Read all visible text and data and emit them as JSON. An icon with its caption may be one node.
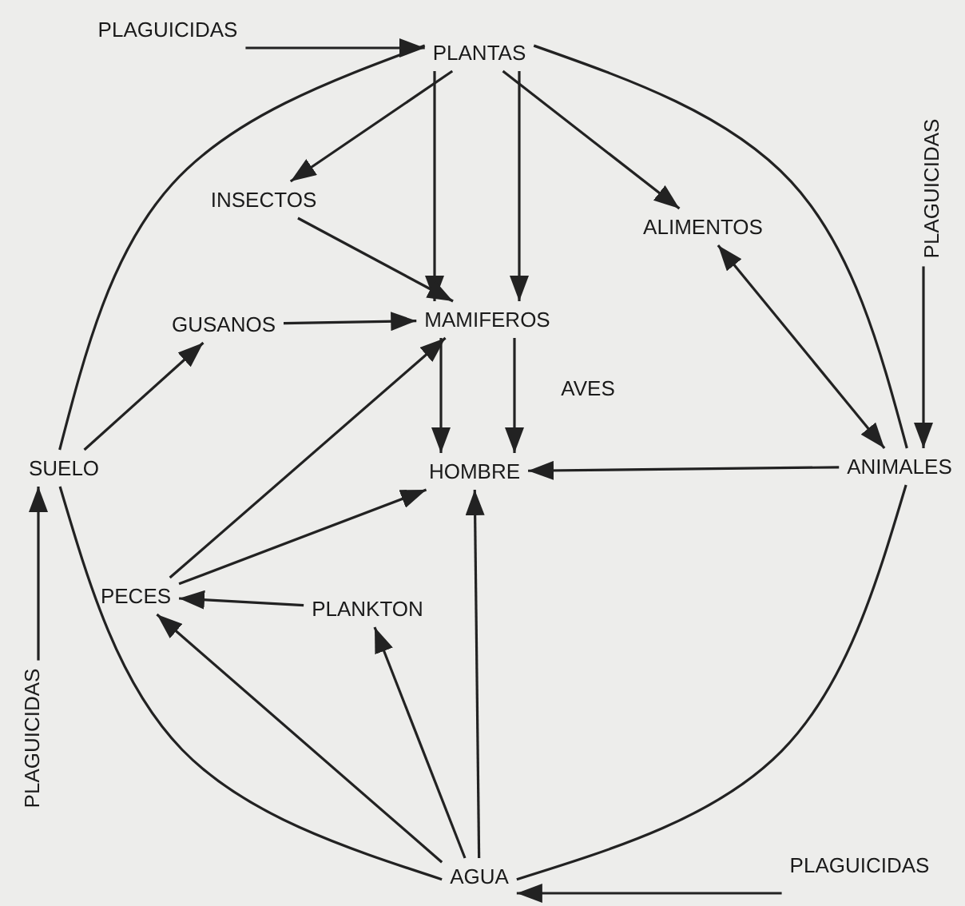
{
  "diagram": {
    "nodes": [
      {
        "text": [
          "PLAGUICIDAS"
        ]
      },
      {
        "text": [
          "PLANTAS"
        ]
      },
      {
        "text": [
          "PLAGUICIDAS"
        ]
      },
      {
        "text": [
          "INSECTOS"
        ]
      },
      {
        "text": [
          "ALIMENTOS"
        ]
      },
      {
        "text": [
          "GUSANOS"
        ]
      },
      {
        "text": [
          "MAMIFEROS"
        ]
      },
      {
        "text": [
          "SUELO"
        ]
      },
      {
        "text": [
          "HOMBRE"
        ]
      },
      {
        "text": [
          "ANIMALES"
        ]
      },
      {
        "text": [
          "PECES"
        ]
      },
      {
        "text": [
          "PLANKTON"
        ]
      },
      {
        "text": [
          "PLAGUICIDAS"
        ]
      },
      {
        "text": [
          "AGUA"
        ]
      },
      {
        "text": [
          "PLAGUICIDAS"
        ]
      }
    ],
    "edges": [
      {
        "from": 0,
        "to": 1,
        "arrow": "to"
      },
      {
        "from": 1,
        "to": 3,
        "arrow": "to"
      },
      {
        "from": 1,
        "to": 6,
        "arrow": "to"
      },
      {
        "from": 1,
        "to": 6,
        "arrow": "to"
      },
      {
        "from": 1,
        "to": 4,
        "arrow": "to"
      },
      {
        "from": 2,
        "to": 9,
        "arrow": "to"
      },
      {
        "from": 3,
        "to": 6,
        "arrow": "to"
      },
      {
        "from": 5,
        "to": 6,
        "arrow": "to"
      },
      {
        "from": 7,
        "to": 5,
        "arrow": "to"
      },
      {
        "from": 6,
        "to": 8,
        "arrow": "to"
      },
      {
        "from": 6,
        "to": 8,
        "arrow": "to"
      },
      {
        "from": 4,
        "to": 9,
        "arrow": "both"
      },
      {
        "from": 9,
        "to": 8,
        "arrow": "to"
      },
      {
        "from": 10,
        "to": 6,
        "arrow": "to"
      },
      {
        "from": 10,
        "to": 8,
        "arrow": "to"
      },
      {
        "from": 11,
        "to": 10,
        "arrow": "to"
      },
      {
        "from": 12,
        "to": 7,
        "arrow": "to"
      },
      {
        "from": 13,
        "to": 10,
        "arrow": "to"
      },
      {
        "from": 13,
        "to": 11,
        "arrow": "to"
      },
      {
        "from": 13,
        "to": 8,
        "arrow": "to"
      },
      {
        "from": 14,
        "to": 13,
        "arrow": "to"
      },
      {
        "from": 1,
        "to": 7,
        "arrow": "none"
      },
      {
        "from": 7,
        "to": 13,
        "arrow": "none"
      },
      {
        "from": 13,
        "to": 9,
        "arrow": "none"
      },
      {
        "from": 9,
        "to": 1,
        "arrow": "none"
      }
    ],
    "labels": [
      "AVES"
    ]
  }
}
